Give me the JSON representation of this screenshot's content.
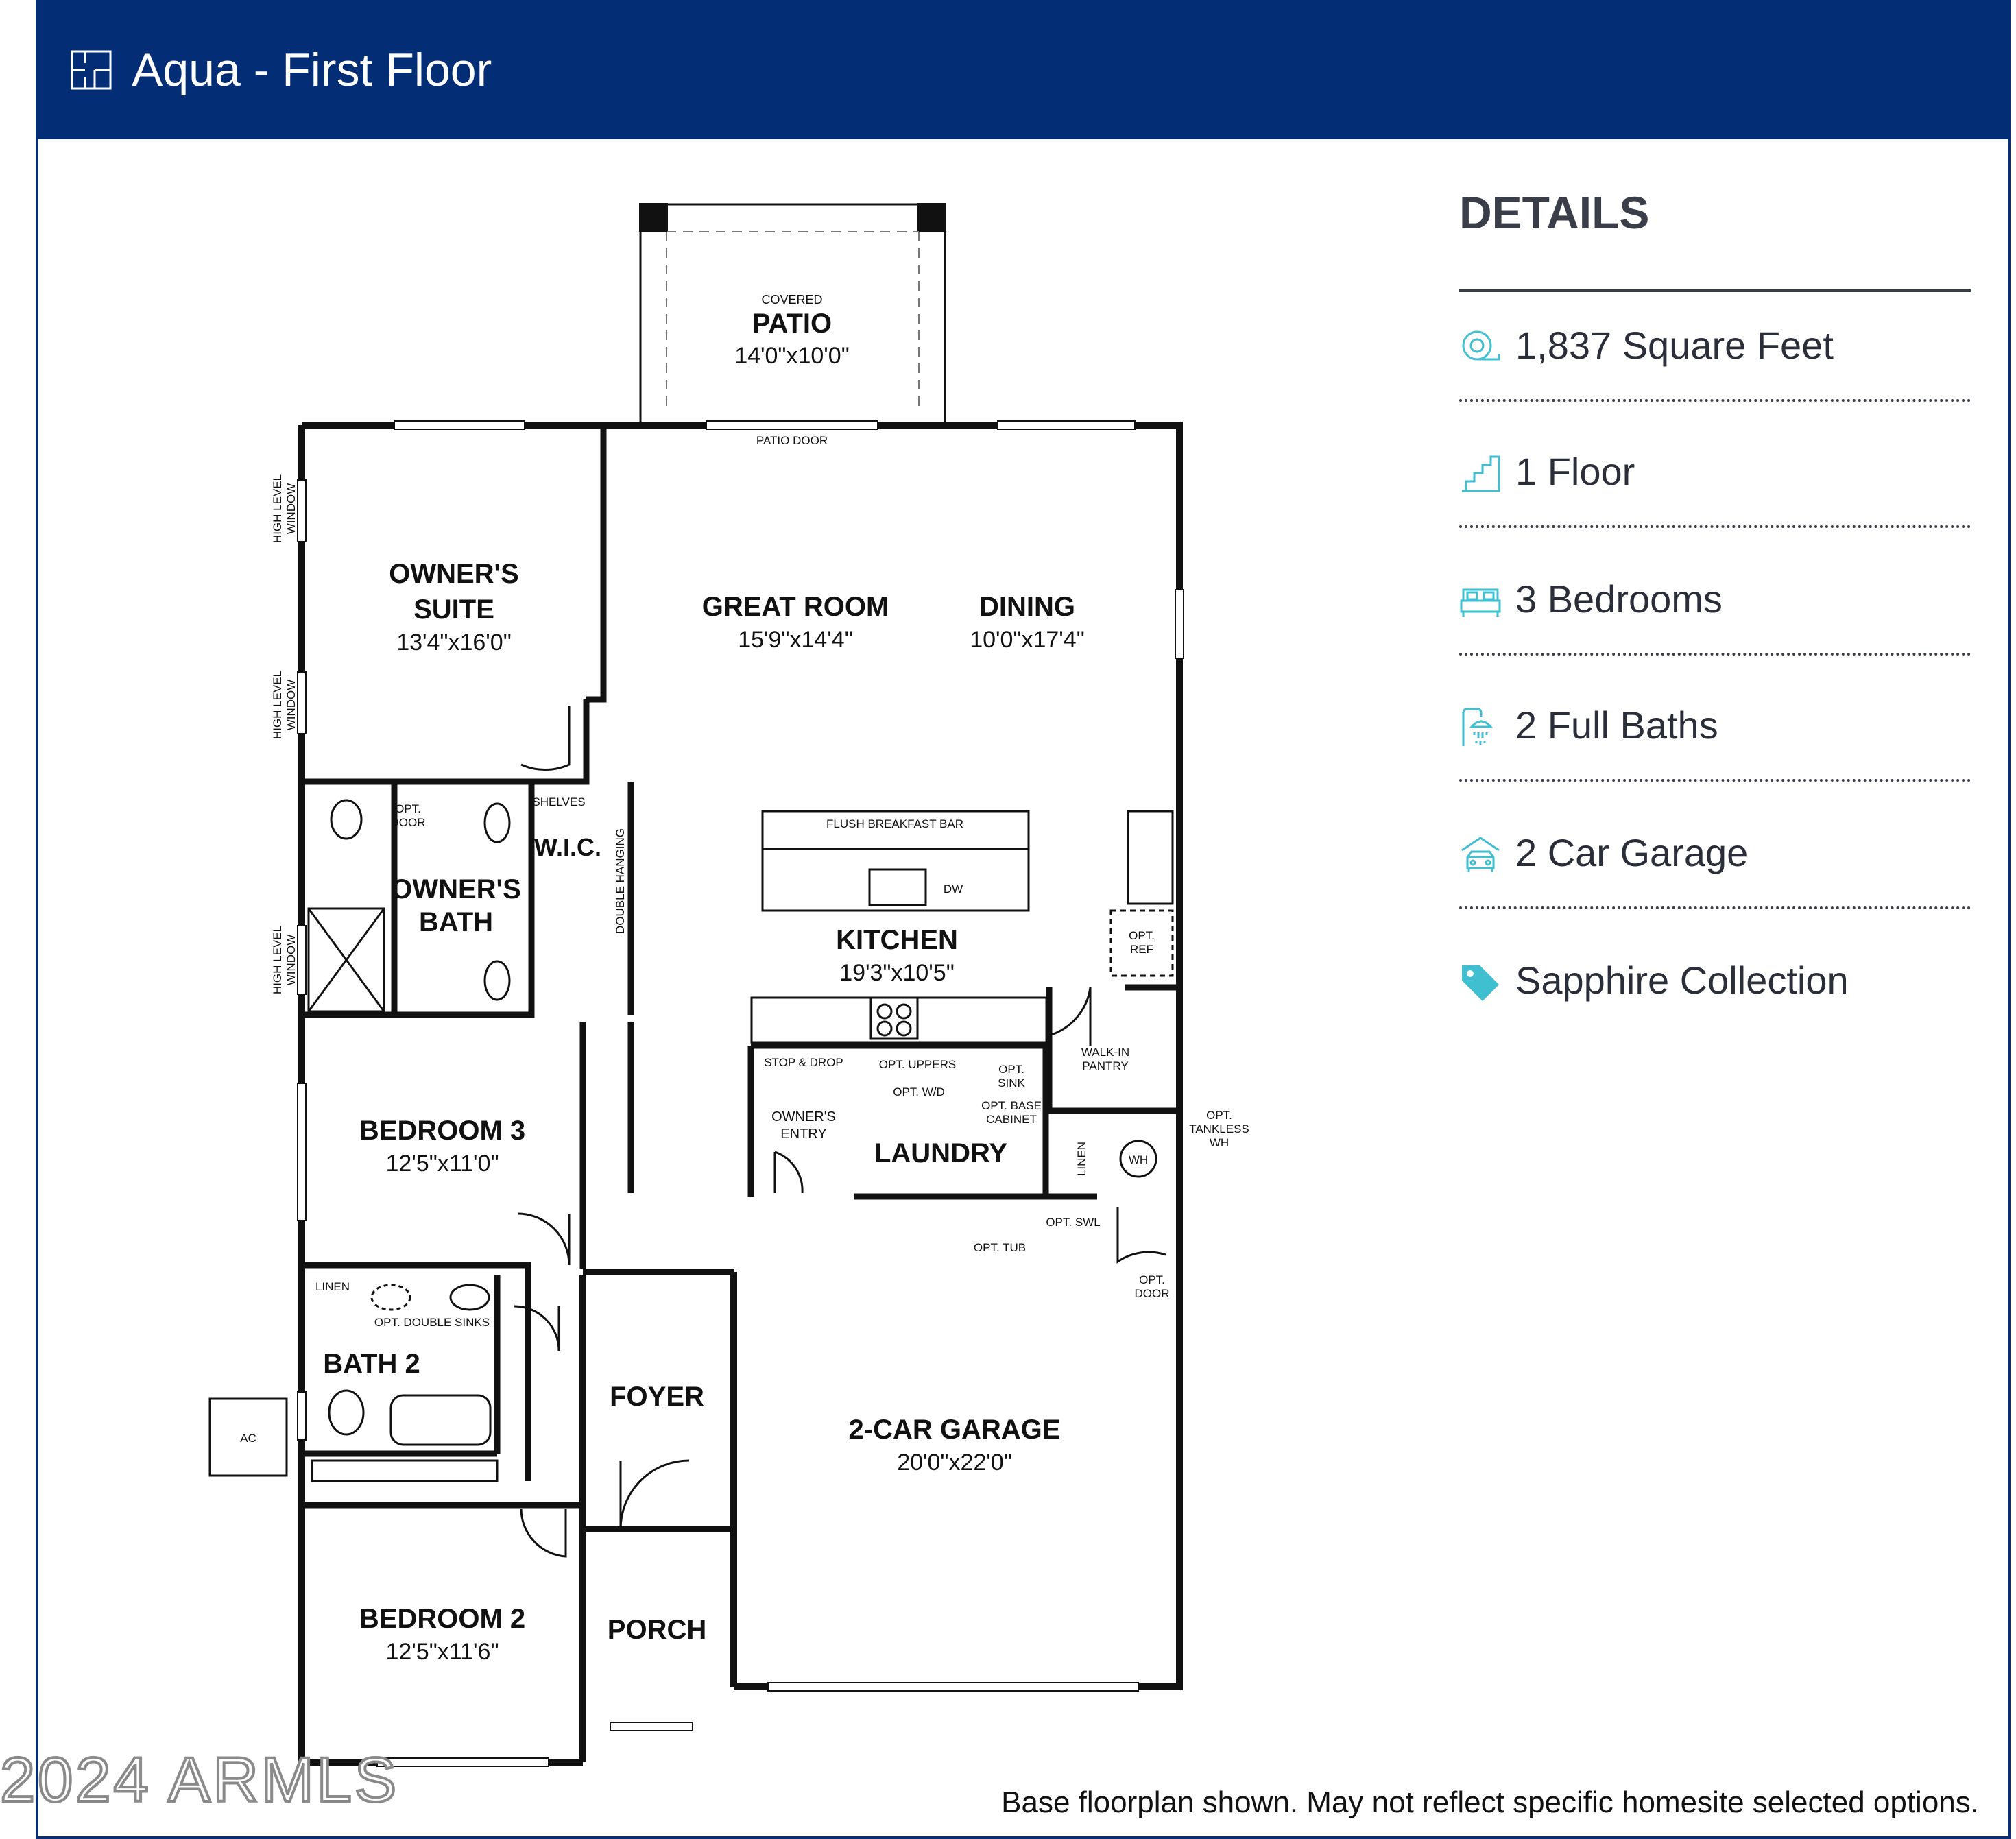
{
  "header": {
    "title": "Aqua - First Floor",
    "icon": "floorplan-icon",
    "background": "#032d74"
  },
  "plan": {
    "rooms": [
      {
        "key": "patio_covered",
        "label": "COVERED"
      },
      {
        "key": "patio",
        "label": "PATIO",
        "size": "14'0\"x10'0\""
      },
      {
        "key": "patio_door",
        "label": "PATIO DOOR"
      },
      {
        "key": "owners_suite",
        "label_lines": [
          "OWNER'S",
          "SUITE"
        ],
        "size": "13'4\"x16'0\""
      },
      {
        "key": "great_room",
        "label": "GREAT ROOM",
        "size": "15'9\"x14'4\""
      },
      {
        "key": "dining",
        "label": "DINING",
        "size": "10'0\"x17'4\""
      },
      {
        "key": "kitchen",
        "label": "KITCHEN",
        "size": "19'3\"x10'5\""
      },
      {
        "key": "owners_bath",
        "label_lines": [
          "OWNER'S",
          "BATH"
        ]
      },
      {
        "key": "wic",
        "label": "W.I.C."
      },
      {
        "key": "bedroom_3",
        "label": "BEDROOM 3",
        "size": "12'5\"x11'0\""
      },
      {
        "key": "bath_2",
        "label": "BATH 2"
      },
      {
        "key": "foyer",
        "label": "FOYER"
      },
      {
        "key": "garage",
        "label": "2-CAR GARAGE",
        "size": "20'0\"x22'0\""
      },
      {
        "key": "bedroom_2",
        "label": "BEDROOM 2",
        "size": "12'5\"x11'6\""
      },
      {
        "key": "porch",
        "label": "PORCH"
      },
      {
        "key": "laundry",
        "label": "LAUNDRY"
      }
    ],
    "notes": {
      "high_window": [
        "HIGH LEVEL",
        "WINDOW"
      ],
      "opt_door": [
        "OPT.",
        "DOOR"
      ],
      "shelves": "SHELVES",
      "double_hanging": "DOUBLE HANGING",
      "flush_bar": "FLUSH BREAKFAST BAR",
      "dw": "DW",
      "opt_ref": [
        "OPT.",
        "REF"
      ],
      "walkin_pantry": [
        "WALK-IN",
        "PANTRY"
      ],
      "stop_drop": "STOP & DROP",
      "opt_uppers": "OPT. UPPERS",
      "opt_sink": [
        "OPT.",
        "SINK"
      ],
      "opt_wd": "OPT. W/D",
      "opt_base": [
        "OPT. BASE",
        "CABINET"
      ],
      "owners_entry": [
        "OWNER'S",
        "ENTRY"
      ],
      "linen": "LINEN",
      "opt_tankless": [
        "OPT.",
        "TANKLESS",
        "WH"
      ],
      "wh": "WH",
      "opt_tub": "OPT. TUB",
      "opt_swl": "OPT. SWL",
      "opt_double_sinks": "OPT. DOUBLE SINKS",
      "ac": "AC"
    }
  },
  "details": {
    "heading": "DETAILS",
    "items": [
      {
        "icon": "square-feet-icon",
        "text": "1,837 Square Feet"
      },
      {
        "icon": "stairs-icon",
        "text": "1 Floor"
      },
      {
        "icon": "bed-icon",
        "text": "3 Bedrooms"
      },
      {
        "icon": "shower-icon",
        "text": "2 Full Baths"
      },
      {
        "icon": "garage-icon",
        "text": "2 Car Garage"
      },
      {
        "icon": "tag-icon",
        "text": "Sapphire Collection"
      }
    ],
    "accent": "#3fbfcf"
  },
  "disclaimer": "Base floorplan shown. May not reflect specific homesite selected options.",
  "watermark": "2024 ARMLS"
}
